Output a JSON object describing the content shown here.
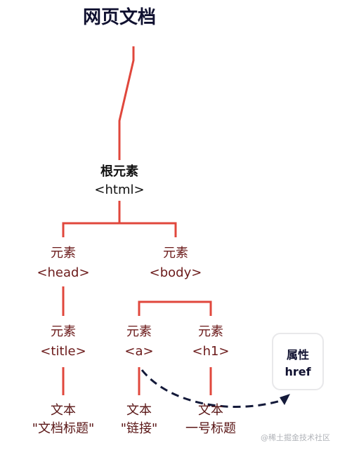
{
  "title": "网页文档",
  "root": {
    "line1": "根元素",
    "line2": "<html>"
  },
  "head": {
    "line1": "元素",
    "line2": "<head>"
  },
  "body": {
    "line1": "元素",
    "line2": "<body>"
  },
  "title_el": {
    "line1": "元素",
    "line2": "<title>"
  },
  "a_el": {
    "line1": "元素",
    "line2": "<a>"
  },
  "h1_el": {
    "line1": "元素",
    "line2": "<h1>"
  },
  "text_title": {
    "line1": "文本",
    "line2": "\"文档标题\""
  },
  "text_link": {
    "line1": "文本",
    "line2": "\"链接\""
  },
  "text_h1": {
    "line1": "文本",
    "line2": "一号标题"
  },
  "attribute": {
    "line1": "属性",
    "line2": "href"
  },
  "watermark": "@稀土掘金技术社区",
  "colors": {
    "tree_line": "#e0473c",
    "dashed_arrow": "#141a3a",
    "title": "#101130",
    "node_text": "#6b1a1a"
  }
}
